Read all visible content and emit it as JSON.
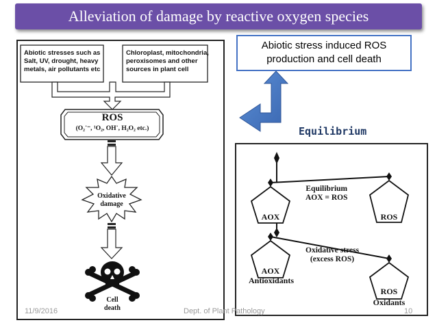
{
  "title": "Alleviation of damage by reactive oxygen species",
  "note": "Abiotic stress induced ROS production and cell death",
  "equilibrium_label": "Equilibrium",
  "left_diagram": {
    "box_left": [
      "Abiotic stresses such as",
      "Salt, UV, drought, heavy",
      "metals, air pollutants etc"
    ],
    "box_right": [
      "Chloroplast, mitochondria,",
      "peroxisomes and other",
      "sources in plant cell"
    ],
    "ros_title": "ROS",
    "ros_formula": "(O₂˙⁻, ¹O₂, OH˙, H₂O₂ etc.)",
    "oxidative_damage": [
      "Oxidative",
      "damage"
    ],
    "cell_death": [
      "Cell",
      "death"
    ]
  },
  "right_diagram": {
    "equilibrium": [
      "Equilibrium",
      "AOX = ROS"
    ],
    "aox": "AOX",
    "ros": "ROS",
    "oxidative_stress": [
      "Oxidative stress",
      "(excess ROS)"
    ],
    "aox2": "AOX",
    "ros2": "ROS",
    "antioxidants": "Antioxidants",
    "oxidants": "Oxidants"
  },
  "footer": {
    "date": "11/9/2016",
    "department": "Dept. of Plant Pathology",
    "page": "10"
  },
  "colors": {
    "title_bg": "#6b4fa7",
    "arrow_blue": "#4472c4",
    "equilibrium_text": "#1f3864"
  }
}
